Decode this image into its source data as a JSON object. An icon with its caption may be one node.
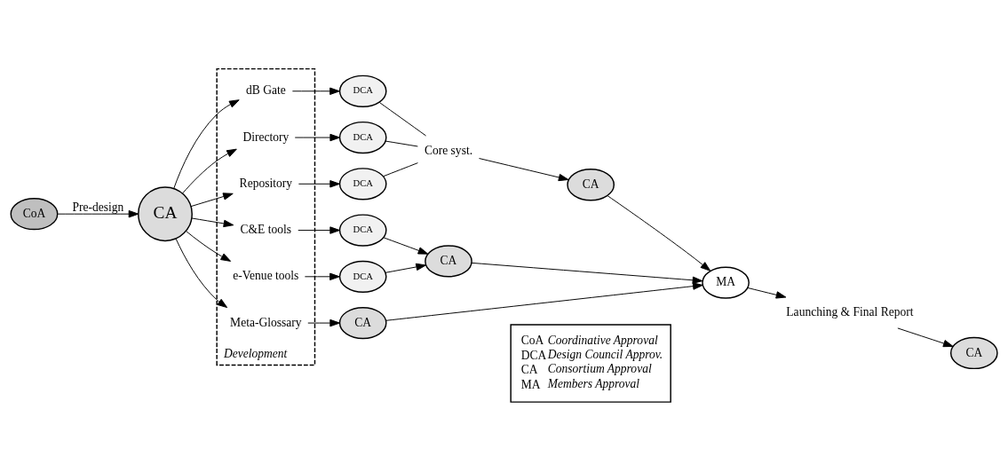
{
  "diagram": {
    "nodes": [
      {
        "text": [
          "CoA"
        ]
      },
      {
        "text": [
          "CA"
        ]
      },
      {
        "text": [
          "Development"
        ]
      },
      {
        "text": [
          "dB Gate"
        ],
        "in": 2
      },
      {
        "text": [
          "Directory"
        ],
        "in": 2
      },
      {
        "text": [
          "Repository"
        ],
        "in": 2
      },
      {
        "text": [
          "C&E tools"
        ],
        "in": 2
      },
      {
        "text": [
          "e-Venue tools"
        ],
        "in": 2
      },
      {
        "text": [
          "Meta-Glossary"
        ],
        "in": 2
      },
      {
        "text": [
          "DCA"
        ]
      },
      {
        "text": [
          "DCA"
        ]
      },
      {
        "text": [
          "DCA"
        ]
      },
      {
        "text": [
          "DCA"
        ]
      },
      {
        "text": [
          "DCA"
        ]
      },
      {
        "text": [
          "Core syst."
        ]
      },
      {
        "text": [
          "CA"
        ]
      },
      {
        "text": [
          "CA"
        ]
      },
      {
        "text": [
          "CA"
        ]
      },
      {
        "text": [
          "MA"
        ]
      },
      {
        "text": [
          "Launching & Final Report"
        ]
      },
      {
        "text": [
          "CA"
        ]
      }
    ],
    "edges": [
      {
        "from": 0,
        "to": 1,
        "arrow": "to",
        "label": "Pre-design"
      },
      {
        "from": 1,
        "to": 3,
        "arrow": "to"
      },
      {
        "from": 1,
        "to": 4,
        "arrow": "to"
      },
      {
        "from": 1,
        "to": 5,
        "arrow": "to"
      },
      {
        "from": 1,
        "to": 6,
        "arrow": "to"
      },
      {
        "from": 1,
        "to": 7,
        "arrow": "to"
      },
      {
        "from": 1,
        "to": 8,
        "arrow": "to"
      },
      {
        "from": 3,
        "to": 9,
        "arrow": "to"
      },
      {
        "from": 4,
        "to": 10,
        "arrow": "to"
      },
      {
        "from": 5,
        "to": 11,
        "arrow": "to"
      },
      {
        "from": 6,
        "to": 12,
        "arrow": "to"
      },
      {
        "from": 7,
        "to": 13,
        "arrow": "to"
      },
      {
        "from": 8,
        "to": 17,
        "arrow": "to"
      },
      {
        "from": 9,
        "to": 14,
        "arrow": "none"
      },
      {
        "from": 10,
        "to": 14,
        "arrow": "none"
      },
      {
        "from": 11,
        "to": 14,
        "arrow": "none"
      },
      {
        "from": 14,
        "to": 15,
        "arrow": "to"
      },
      {
        "from": 12,
        "to": 16,
        "arrow": "to"
      },
      {
        "from": 13,
        "to": 16,
        "arrow": "to"
      },
      {
        "from": 15,
        "to": 18,
        "arrow": "to"
      },
      {
        "from": 16,
        "to": 18,
        "arrow": "to"
      },
      {
        "from": 17,
        "to": 18,
        "arrow": "to"
      },
      {
        "from": 18,
        "to": 19,
        "arrow": "to"
      },
      {
        "from": 19,
        "to": 20,
        "arrow": "to"
      }
    ],
    "labels": [
      "CoA",
      "Coordinative Approval",
      "DCA",
      "Design Council Approv.",
      "CA",
      "Consortium Approval",
      "MA",
      "Members Approval"
    ]
  }
}
